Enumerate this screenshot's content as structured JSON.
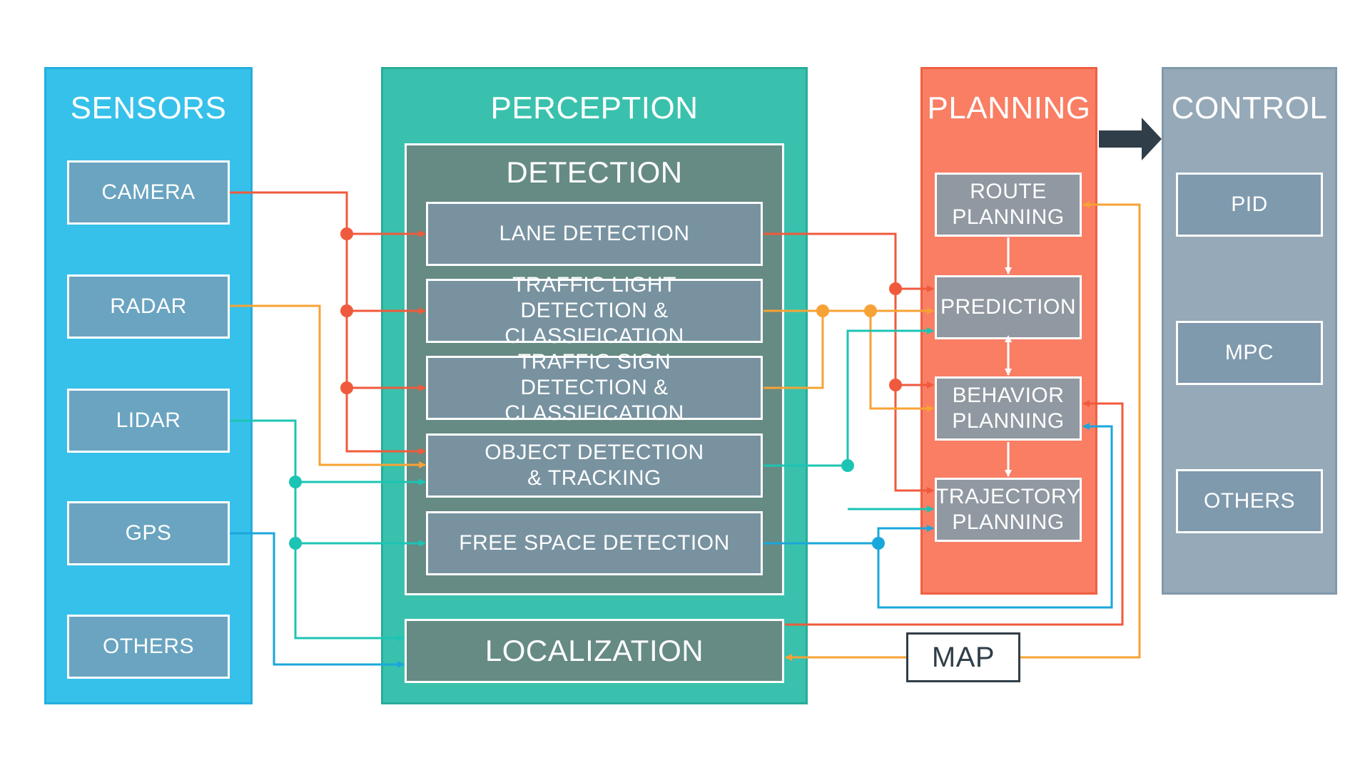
{
  "sensors": {
    "title": "SENSORS",
    "items": [
      "CAMERA",
      "RADAR",
      "LIDAR",
      "GPS",
      "OTHERS"
    ]
  },
  "perception": {
    "title": "PERCEPTION",
    "detection": {
      "title": "DETECTION",
      "items": [
        "LANE DETECTION",
        "TRAFFIC LIGHT\nDETECTION & CLASSIFICATION",
        "TRAFFIC SIGN\nDETECTION & CLASSIFICATION",
        "OBJECT DETECTION\n& TRACKING",
        "FREE SPACE DETECTION"
      ]
    },
    "localization": "LOCALIZATION"
  },
  "planning": {
    "title": "PLANNING",
    "items": [
      "ROUTE\nPLANNING",
      "PREDICTION",
      "BEHAVIOR\nPLANNING",
      "TRAJECTORY\nPLANNING"
    ]
  },
  "control": {
    "title": "CONTROL",
    "items": [
      "PID",
      "MPC",
      "OTHERS"
    ]
  },
  "map": "MAP",
  "colors": {
    "camera_wire": "#f05a3c",
    "radar_wire": "#f7a235",
    "lidar_wire": "#1cc4b3",
    "gps_wire": "#1aa7dc",
    "map_wire": "#f7a235",
    "arrow_to_control": "#2f3e49"
  }
}
